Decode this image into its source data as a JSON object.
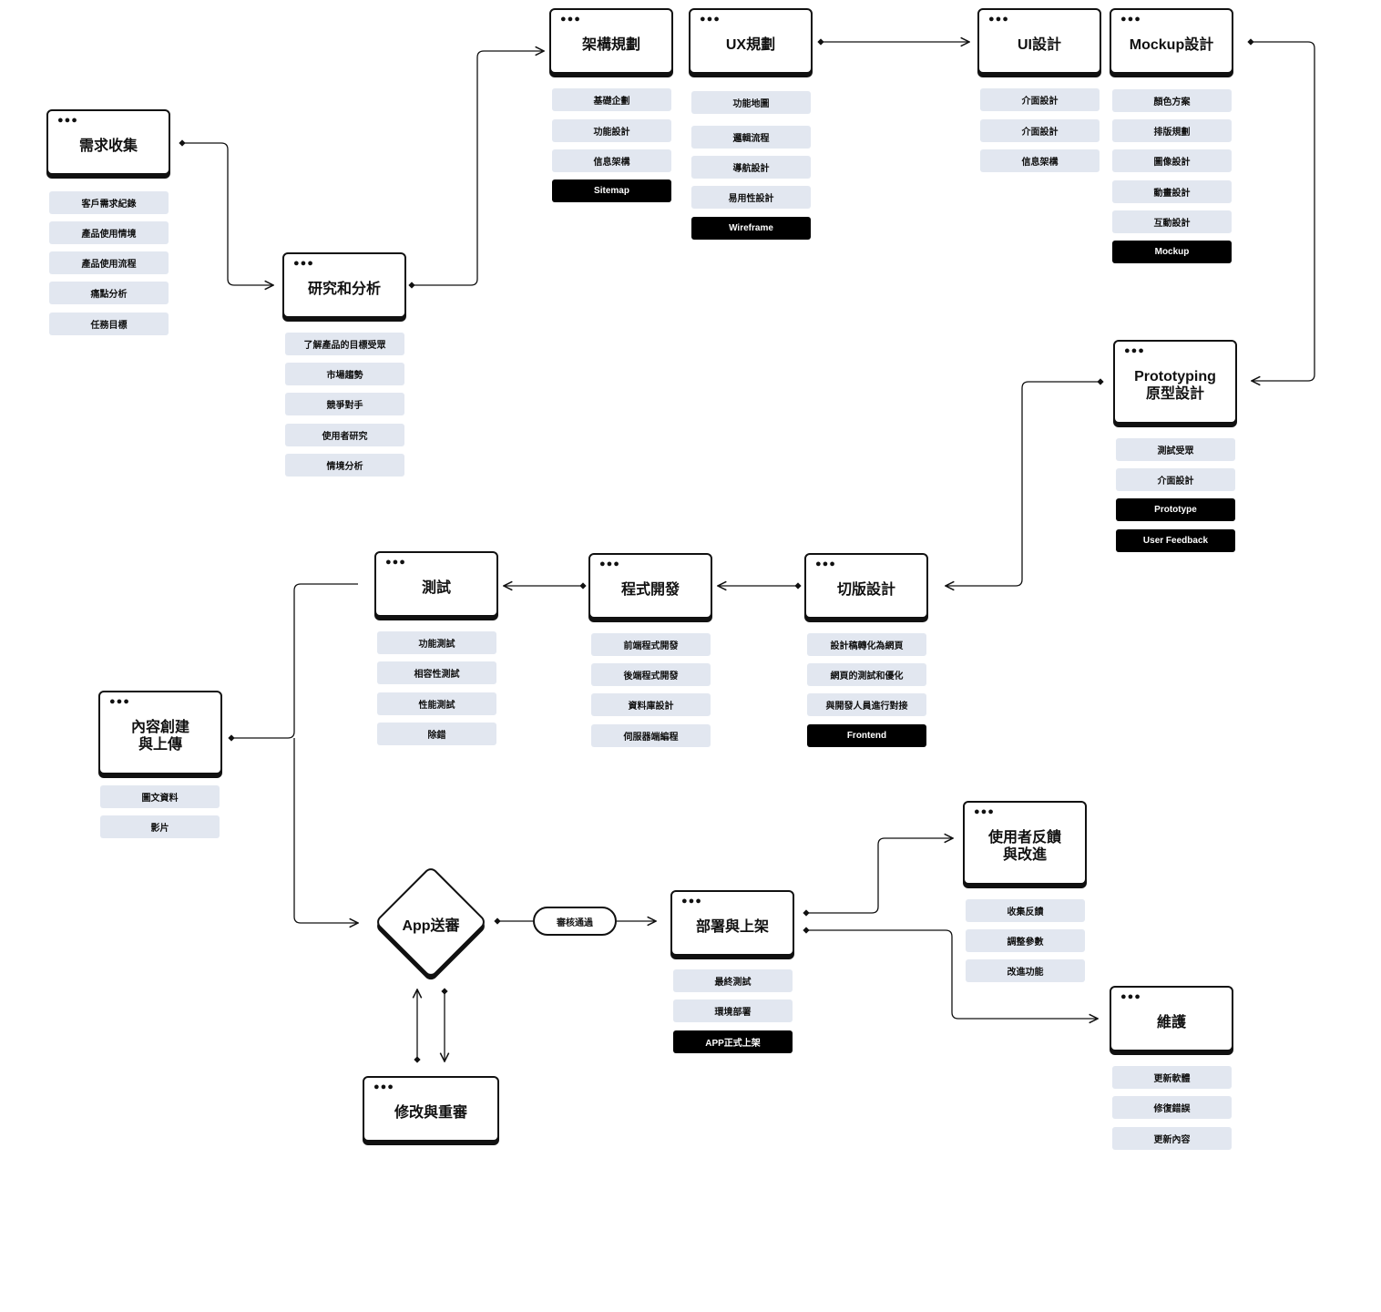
{
  "dots": "●●●",
  "nodes": {
    "requirements": {
      "title": "需求收集",
      "items": [
        "客戶需求紀錄",
        "產品使用情境",
        "產品使用流程",
        "痛點分析",
        "任務目標"
      ]
    },
    "research": {
      "title": "研究和分析",
      "items": [
        "了解產品的目標受眾",
        "市場趨勢",
        "競爭對手",
        "使用者研究",
        "情境分析"
      ]
    },
    "architecture": {
      "title": "架構規劃",
      "items": [
        "基礎企劃",
        "功能設計",
        "信息架構",
        "Sitemap"
      ]
    },
    "ux": {
      "title": "UX規劃",
      "items": [
        "功能地圖",
        "邏輯流程",
        "導航設計",
        "易用性設計",
        "Wireframe"
      ]
    },
    "ui": {
      "title": "UI設計",
      "items": [
        "介面設計",
        "介面設計",
        "信息架構"
      ]
    },
    "mockup": {
      "title": "Mockup設計",
      "items": [
        "顏色方案",
        "排版規劃",
        "圖像設計",
        "動畫設計",
        "互動設計",
        "Mockup"
      ]
    },
    "prototyping": {
      "title": "Prototyping\n原型設計",
      "items": [
        "測試受眾",
        "介面設計",
        "Prototype",
        "User Feedback"
      ]
    },
    "slicing": {
      "title": "切版設計",
      "items": [
        "設計稿轉化為網頁",
        "網頁的測試和優化",
        "與開發人員進行對接",
        "Frontend"
      ]
    },
    "development": {
      "title": "程式開發",
      "items": [
        "前端程式開發",
        "後端程式開發",
        "資料庫設計",
        "伺服器端編程"
      ]
    },
    "testing": {
      "title": "測試",
      "items": [
        "功能測試",
        "相容性測試",
        "性能測試",
        "除錯"
      ]
    },
    "content": {
      "title": "內容創建\n與上傳",
      "items": [
        "圖文資料",
        "影片"
      ]
    },
    "app_review": {
      "title": "App送審"
    },
    "approved": {
      "label": "審核通過"
    },
    "deploy": {
      "title": "部署與上架",
      "items": [
        "最終測試",
        "環境部署",
        "APP正式上架"
      ]
    },
    "revise": {
      "title": "修改與重審"
    },
    "feedback": {
      "title": "使用者反饋\n與改進",
      "items": [
        "收集反饋",
        "調整參數",
        "改進功能"
      ]
    },
    "maintenance": {
      "title": "維護",
      "items": [
        "更新軟體",
        "修復錯誤",
        "更新內容"
      ]
    }
  },
  "colors": {
    "line": "#111111",
    "tag": "#e2e7f0",
    "tag_dark": "#000000"
  }
}
